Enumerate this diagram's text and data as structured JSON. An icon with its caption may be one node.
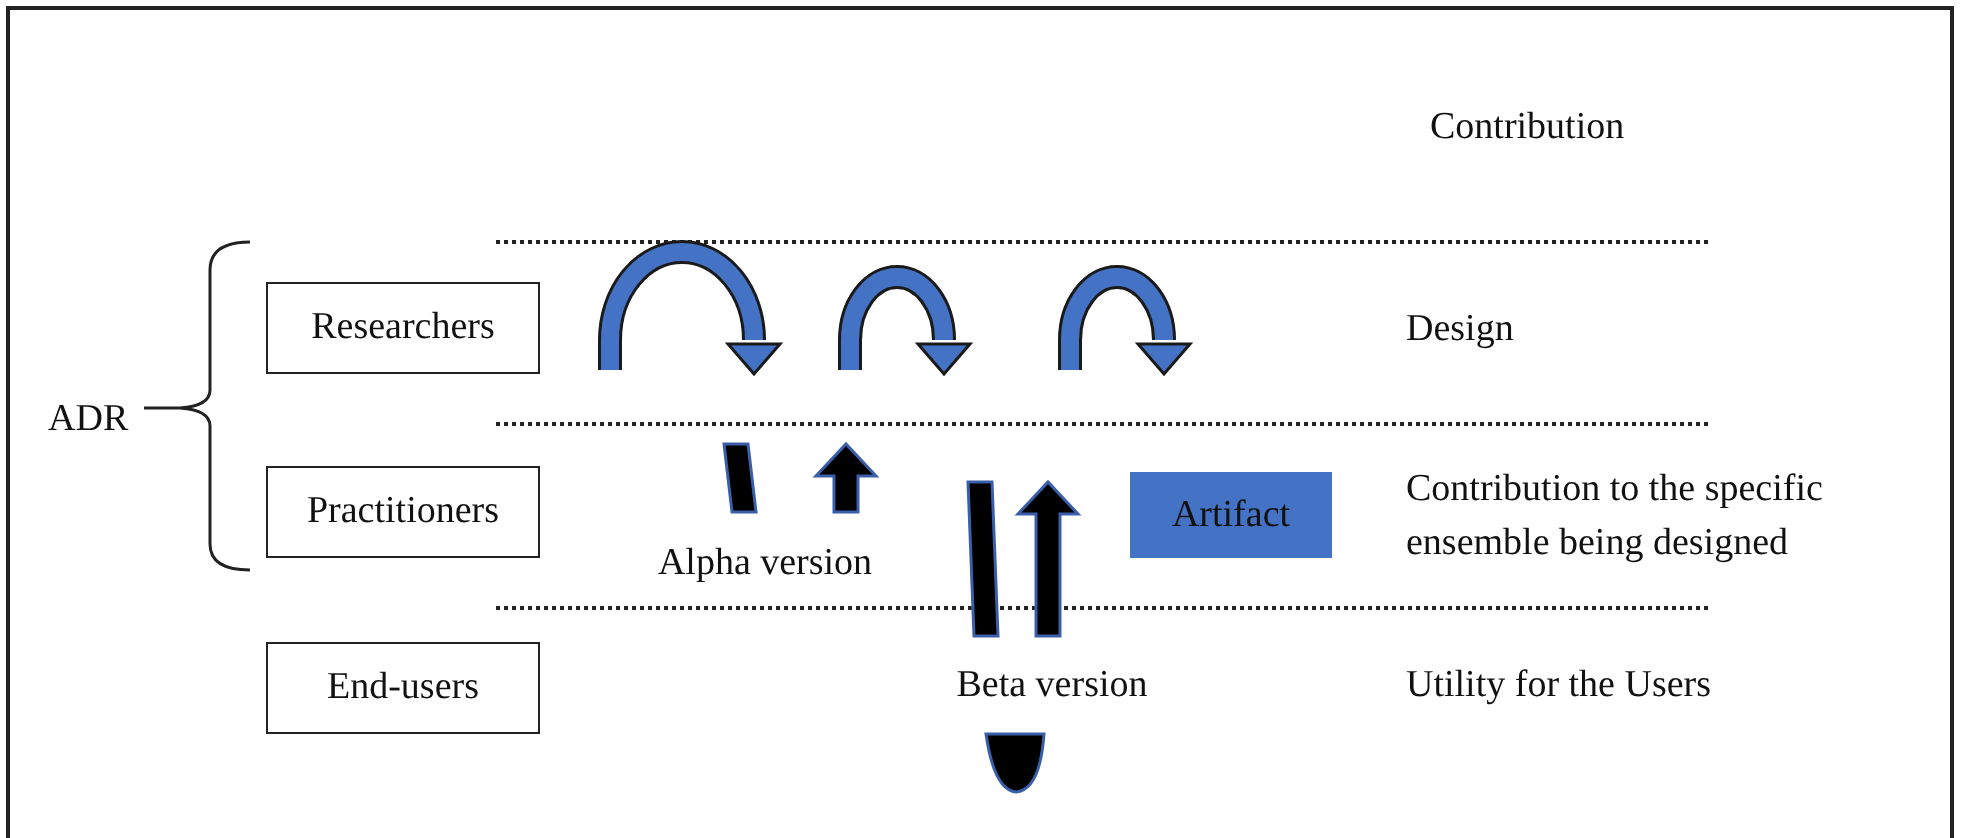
{
  "diagram": {
    "nodes": [
      {
        "text": [
          "Researchers"
        ]
      },
      {
        "text": [
          "Practitioners"
        ]
      },
      {
        "text": [
          "End-users"
        ]
      },
      {
        "text": [
          "Artifact"
        ]
      }
    ],
    "labels": [
      "Contribution",
      "Design",
      "ADR",
      "Contribution to the specific ensemble being designed",
      "Alpha version",
      "Beta version",
      "Utility for the Users"
    ]
  }
}
